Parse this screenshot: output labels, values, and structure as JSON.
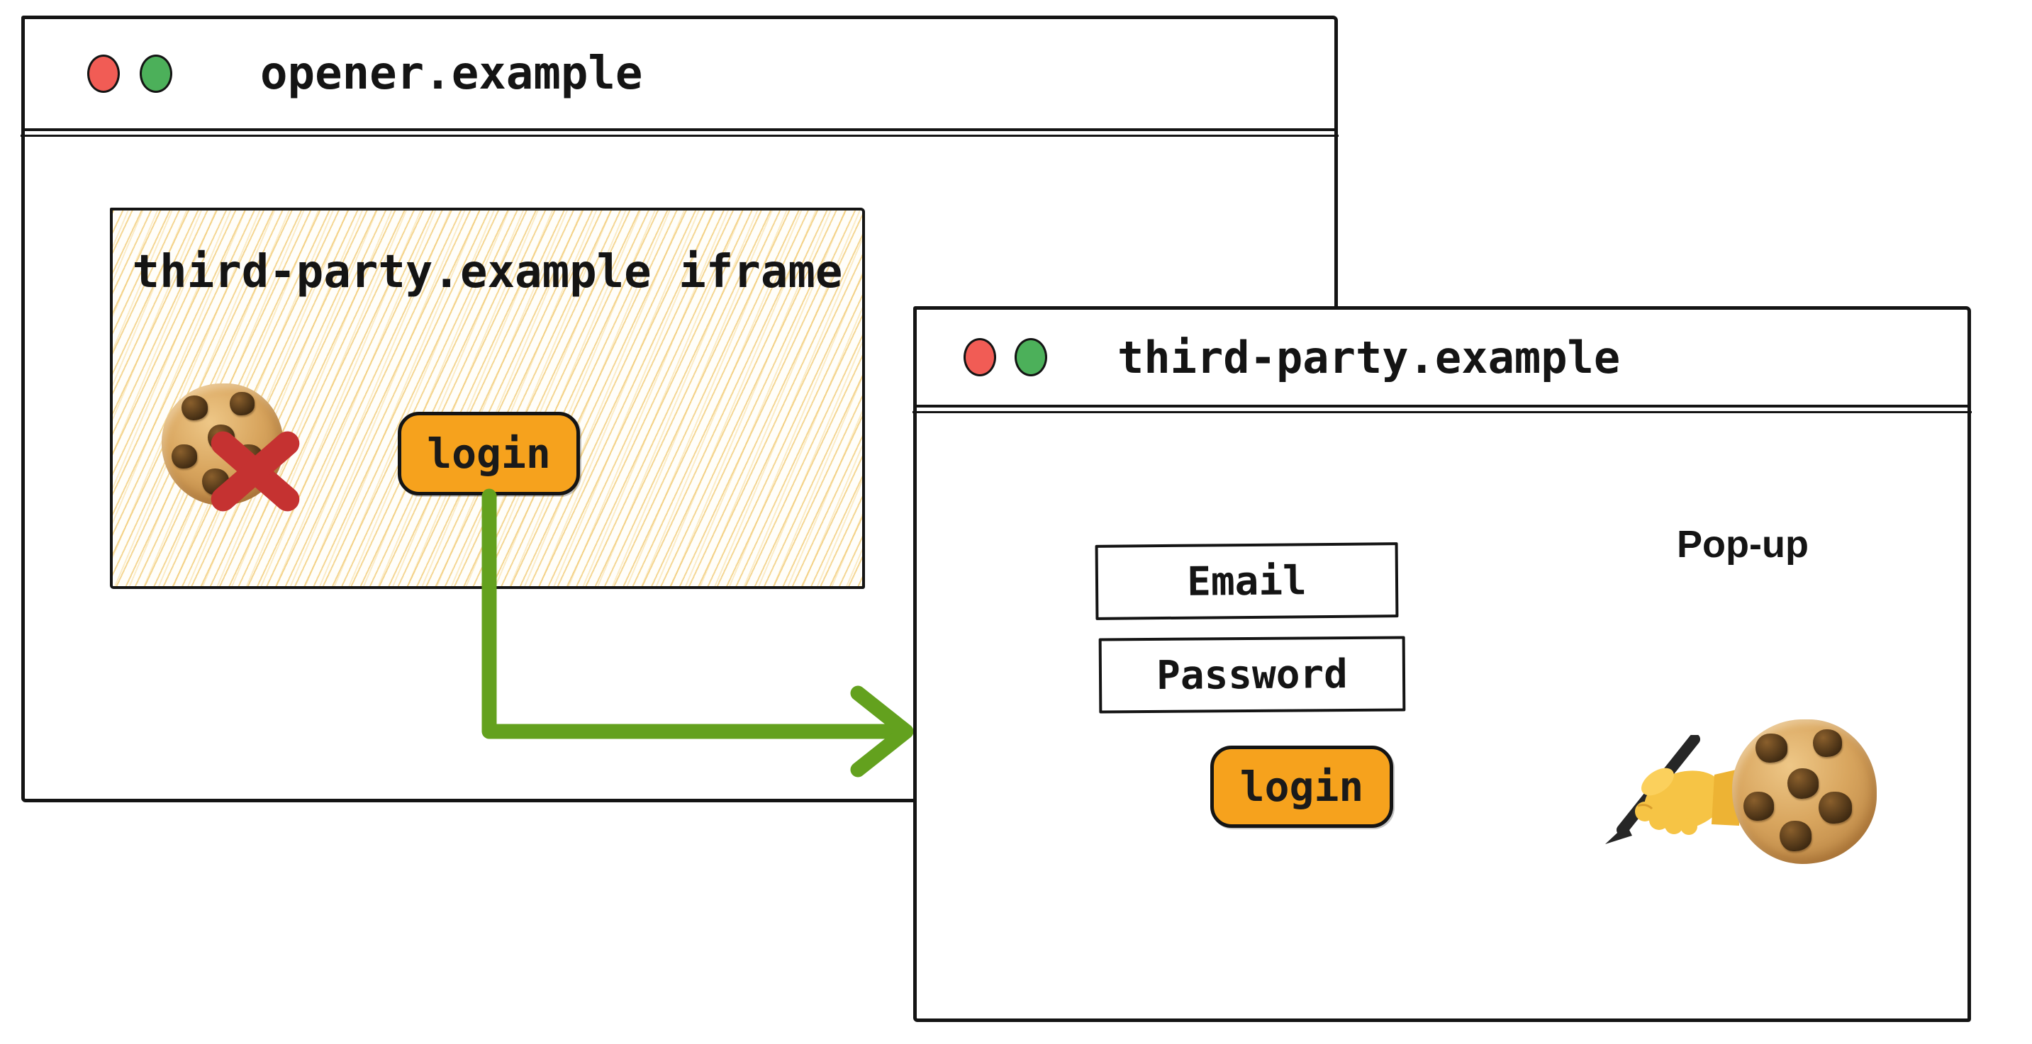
{
  "colors": {
    "ink": "#141414",
    "accent_orange": "#f6a21d",
    "arrow_green": "#63a11e",
    "traffic_red": "#f15c55",
    "traffic_green": "#4cb05a",
    "blocked_cross_red": "#c53231",
    "hachure_gold": "#f0c669"
  },
  "opener_window": {
    "title": "opener.example",
    "iframe": {
      "heading": "third-party.example iframe",
      "login_button_label": "login"
    }
  },
  "popup_window": {
    "title": "third-party.example",
    "window_label": "Pop-up",
    "email_field_label": "Email",
    "password_field_label": "Password",
    "login_button_label": "login"
  }
}
